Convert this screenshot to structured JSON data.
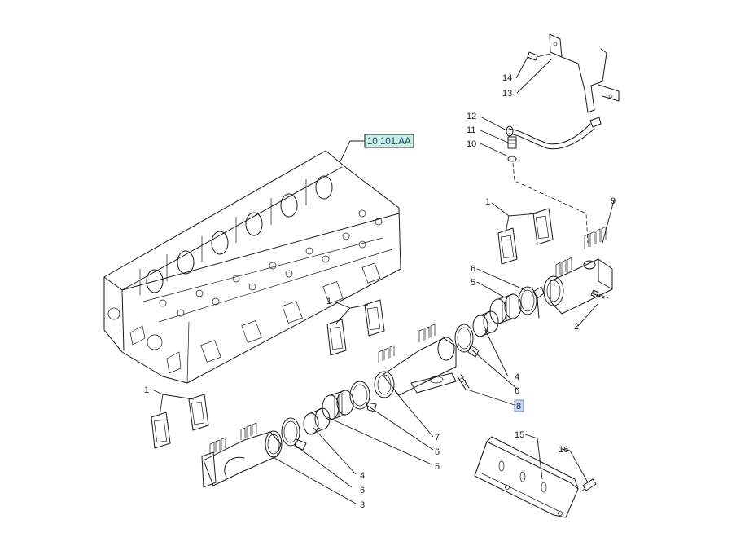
{
  "reference_tag": "10.101.AA",
  "callouts": [
    {
      "id": "c1a",
      "text": "1"
    },
    {
      "id": "c1b",
      "text": "1"
    },
    {
      "id": "c1c",
      "text": "1"
    },
    {
      "id": "c2",
      "text": "2"
    },
    {
      "id": "c3",
      "text": "3"
    },
    {
      "id": "c4a",
      "text": "4"
    },
    {
      "id": "c4b",
      "text": "4"
    },
    {
      "id": "c5a",
      "text": "5"
    },
    {
      "id": "c5b",
      "text": "5"
    },
    {
      "id": "c6a",
      "text": "6"
    },
    {
      "id": "c6b",
      "text": "6"
    },
    {
      "id": "c6c",
      "text": "6"
    },
    {
      "id": "c6d",
      "text": "6"
    },
    {
      "id": "c7",
      "text": "7"
    },
    {
      "id": "c8",
      "text": "8"
    },
    {
      "id": "c9",
      "text": "9"
    },
    {
      "id": "c10",
      "text": "10"
    },
    {
      "id": "c11",
      "text": "11"
    },
    {
      "id": "c12",
      "text": "12"
    },
    {
      "id": "c13",
      "text": "13"
    },
    {
      "id": "c14",
      "text": "14"
    },
    {
      "id": "c15",
      "text": "15"
    },
    {
      "id": "c16",
      "text": "16"
    }
  ],
  "highlighted_callout": "8"
}
